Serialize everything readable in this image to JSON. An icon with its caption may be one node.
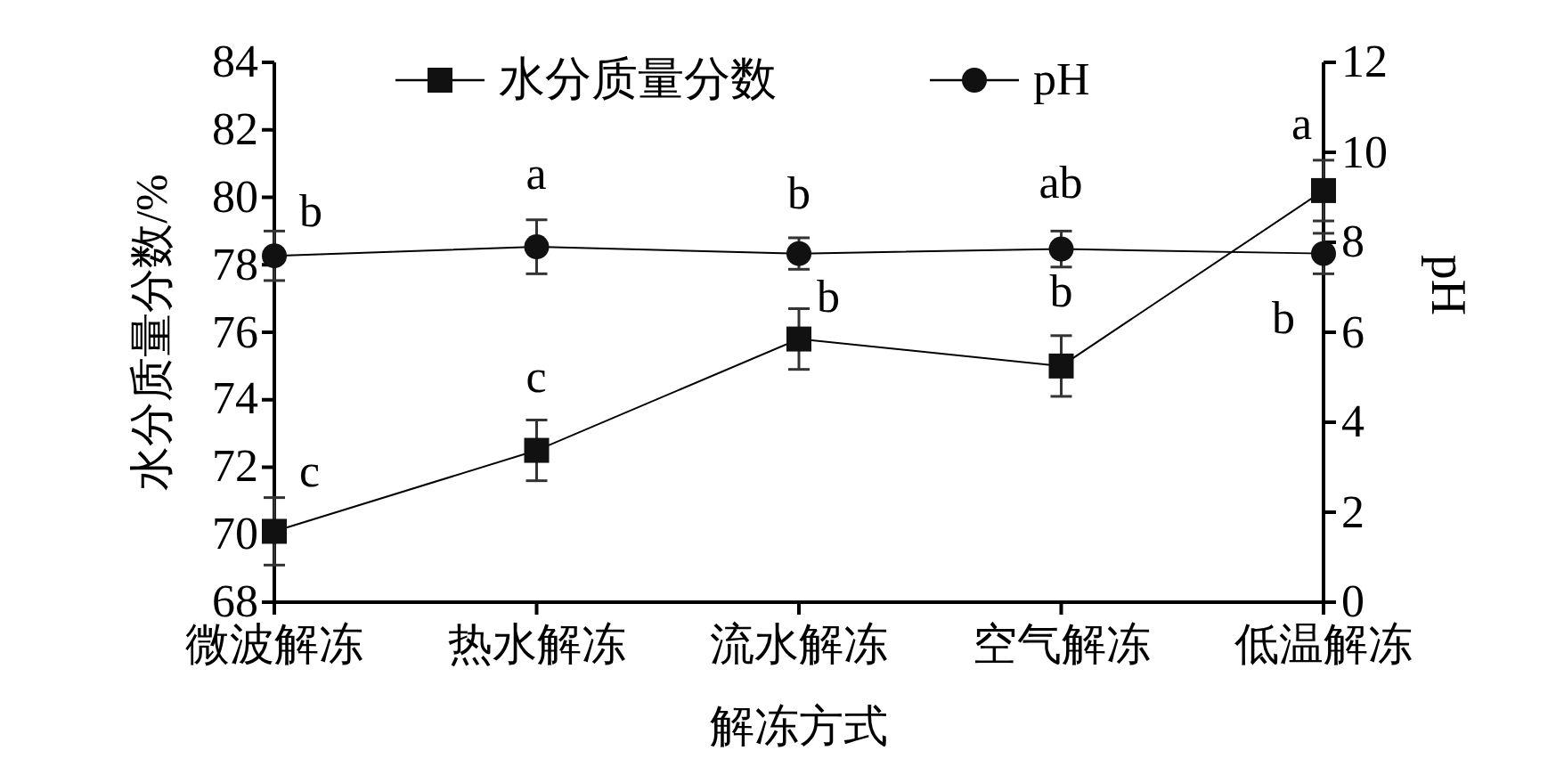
{
  "diagram": {
    "chart_data": {
      "type": "line",
      "xlabel": "解冻方式",
      "ylabel": "水分质量分数/%",
      "y2label": "pH",
      "categories": [
        "微波解冻",
        "热水解冻",
        "流水解冻",
        "空气解冻",
        "低温解冻"
      ],
      "ylim": [
        68,
        84
      ],
      "yticks": [
        68,
        70,
        72,
        74,
        76,
        78,
        80,
        82,
        84
      ],
      "y2lim": [
        0,
        12
      ],
      "y2ticks": [
        0,
        2,
        4,
        6,
        8,
        10,
        12
      ],
      "series": [
        {
          "name": "水分质量分数",
          "color": "#000000",
          "marker": "square",
          "values": [
            70.1,
            72.5,
            75.8,
            75.0,
            80.2
          ],
          "errors": [
            1.0,
            0.9,
            0.9,
            0.9,
            0.9
          ]
        },
        {
          "name": "pH",
          "color": "#000000",
          "marker": "circle",
          "axis": "y2",
          "values": [
            7.7,
            7.9,
            7.75,
            7.85,
            7.75
          ],
          "errors": [
            0.55,
            0.6,
            0.35,
            0.4,
            0.45
          ]
        }
      ],
      "annotations": [
        {
          "x": "微波解冻",
          "y": 70.1,
          "text": "c"
        },
        {
          "x": "热水解冻",
          "y": 72.5,
          "text": "c"
        },
        {
          "x": "流水解冻",
          "y": 75.8,
          "text": "b"
        },
        {
          "x": "空气解冻",
          "y": 75.0,
          "text": "b"
        },
        {
          "x": "低温解冻",
          "y": 80.2,
          "text": "a"
        },
        "b",
        "a",
        "b",
        "ab",
        "b"
      ],
      "legend": true
    }
  }
}
